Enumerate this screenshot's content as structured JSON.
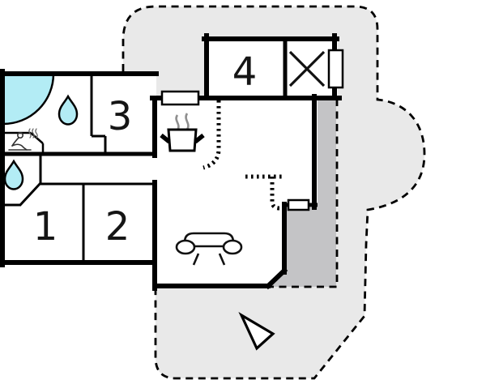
{
  "plan": {
    "type": "vacation-house-floor-plan",
    "rooms": [
      {
        "id": "room-1",
        "number": "1"
      },
      {
        "id": "room-2",
        "number": "2"
      },
      {
        "id": "room-3",
        "number": "3"
      },
      {
        "id": "room-4",
        "number": "4"
      }
    ],
    "icons": [
      {
        "name": "corner-bathtub-icon",
        "meaning": "corner bath/shower"
      },
      {
        "name": "water-drop-icon",
        "meaning": "bathroom / water"
      },
      {
        "name": "water-drop-icon",
        "meaning": "toilet / water"
      },
      {
        "name": "sauna-icon",
        "meaning": "sauna"
      },
      {
        "name": "stove-icon",
        "meaning": "kitchen stove"
      },
      {
        "name": "sofa-icon",
        "meaning": "living room sofa"
      },
      {
        "name": "storage-cross-icon",
        "meaning": "utility / storage room"
      },
      {
        "name": "window-marker",
        "meaning": "window"
      },
      {
        "name": "north-arrow-icon",
        "meaning": "orientation arrow"
      }
    ],
    "colors": {
      "background": "#ffffff",
      "terrace_open": "#e9e9e9",
      "terrace_covered": "#c4c4c6",
      "building_fill": "#ffffff",
      "wall": "#000000",
      "water": "#b3ecf5",
      "steam": "#8f8f8f",
      "label": "#151515"
    }
  }
}
